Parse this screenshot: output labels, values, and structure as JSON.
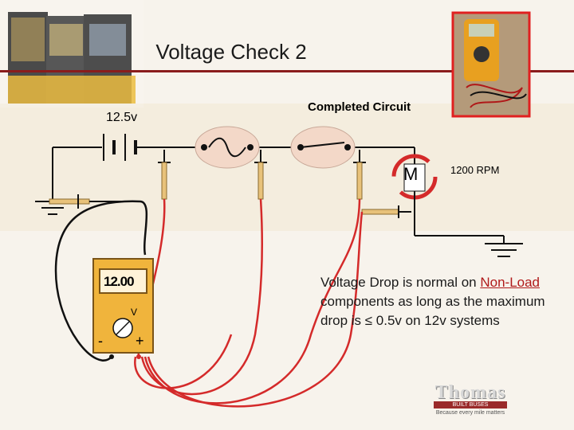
{
  "slide": {
    "title": "Voltage Check 2"
  },
  "circuit": {
    "battery_label": "12.5v",
    "status_label": "Completed Circuit",
    "motor_letter": "M",
    "motor_speed": "1200 RPM"
  },
  "meter": {
    "display": "12.00",
    "unit": "V",
    "neg": "-",
    "pos": "+"
  },
  "note": {
    "before": "Voltage Drop is normal on ",
    "highlight": "Non-Load",
    "after": " components as long as the maximum drop is ≤ 0.5v on 12v systems"
  },
  "logo": {
    "brand": "Thomas",
    "sub": "BUILT BUSES",
    "tagline": "Because every mile matters"
  },
  "colors": {
    "wire_red": "#d42a2a",
    "wire_black": "#111111",
    "meter_body": "#f0b43c",
    "probe_tan": "#e8c27a"
  }
}
